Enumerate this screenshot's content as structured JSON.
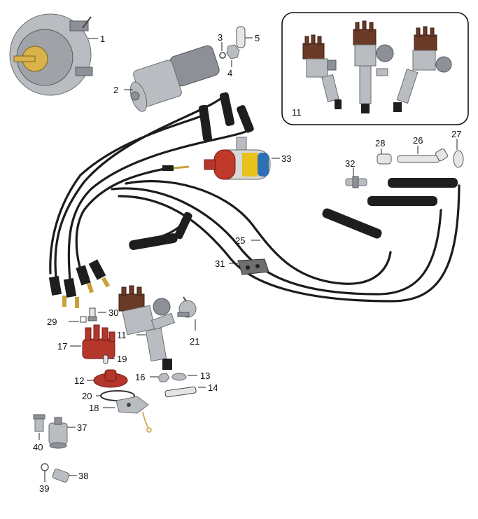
{
  "callouts": {
    "c1": "1",
    "c2": "2",
    "c3": "3",
    "c4": "4",
    "c5": "5",
    "c11_inset": "11",
    "c11": "11",
    "c12": "12",
    "c13": "13",
    "c14": "14",
    "c16": "16",
    "c17": "17",
    "c18": "18",
    "c19": "19",
    "c20": "20",
    "c21": "21",
    "c25": "25",
    "c26": "26",
    "c27": "27",
    "c28": "28",
    "c29": "29",
    "c30": "30",
    "c31": "31",
    "c32": "32",
    "c33": "33",
    "c37": "37",
    "c38": "38",
    "c39": "39",
    "c40": "40"
  },
  "colors": {
    "wire": "#1c1c1c",
    "distributor_cap": "#b5362a",
    "inset_cap": "#6b3a26",
    "coil_red": "#c0392b",
    "coil_blue": "#2f6fb3",
    "coil_label": "#e8c21a"
  }
}
